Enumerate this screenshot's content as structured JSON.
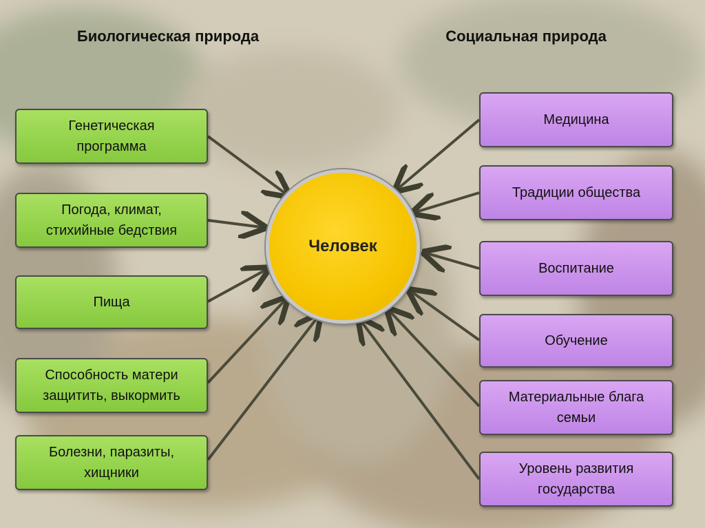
{
  "headings": {
    "biological": "Биологическая природа",
    "social": "Социальная природа"
  },
  "center": "Человек",
  "biological_factors": [
    "Генетическая программа",
    "Погода, климат, стихийные бедствия",
    "Пища",
    "Способность матери защитить, выкормить",
    "Болезни, паразиты, хищники"
  ],
  "social_factors": [
    "Медицина",
    "Традиции общества",
    "Воспитание",
    "Обучение",
    "Материальные блага семьи",
    "Уровень развития государства"
  ],
  "colors": {
    "biological_box": "#8fd14f",
    "social_box": "#c990ee",
    "center_circle": "#f6c400",
    "arrow": "#4a4a3a"
  }
}
